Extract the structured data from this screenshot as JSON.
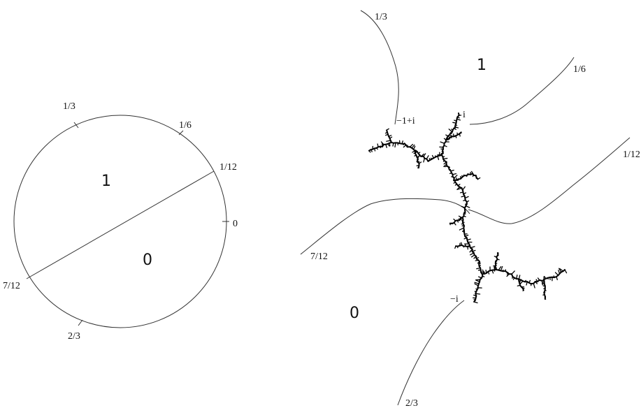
{
  "left_panel": {
    "circle_labels": {
      "one_third": "1/3",
      "one_sixth": "1/6",
      "one_twelfth": "1/12",
      "zero": "0",
      "seven_twelfths": "7/12",
      "two_thirds": "2/3"
    },
    "region_upper": "1",
    "region_lower": "0"
  },
  "right_panel": {
    "ray_labels": {
      "one_third": "1/3",
      "one_sixth": "1/6",
      "one_twelfth": "1/12",
      "seven_twelfths": "7/12",
      "two_thirds": "2/3"
    },
    "point_labels": {
      "neg_one_plus_i": "−1+i",
      "i": "i",
      "neg_i": "−i"
    },
    "region_upper": "1",
    "region_lower": "0"
  },
  "colors": {
    "line": "#333333",
    "julia": "#000000",
    "background": "#ffffff"
  }
}
